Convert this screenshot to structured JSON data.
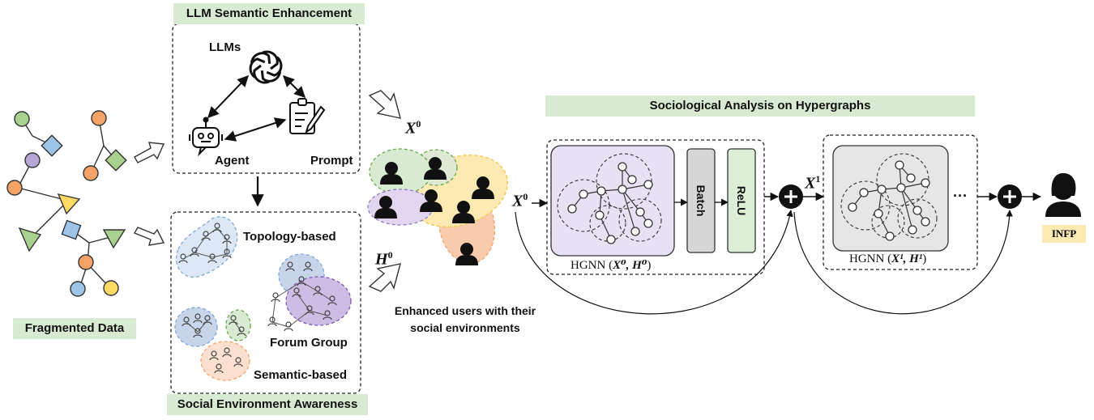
{
  "banners": {
    "llm_enhancement": "LLM Semantic Enhancement",
    "social_awareness": "Social Environment Awareness",
    "sociological": "Sociological Analysis on Hypergraphs",
    "fragmented": "Fragmented Data"
  },
  "llm_box": {
    "llms": "LLMs",
    "agent": "Agent",
    "prompt": "Prompt"
  },
  "social_box": {
    "topology": "Topology-based",
    "forum": "Forum Group",
    "semantic": "Semantic-based"
  },
  "symbols": {
    "x0_top": "X",
    "x0_mid": "X",
    "h0": "H",
    "x1": "X",
    "sup0": "0",
    "sup1": "1"
  },
  "caption": {
    "line1": "Enhanced users with their",
    "line2": "social environments"
  },
  "hgnn": {
    "first": "HGNN (",
    "first_args": "X⁰, H⁰",
    "second_args": "X¹, H¹",
    "close": ")",
    "prefix": "HGNN ("
  },
  "layers": {
    "batch": "Batch",
    "relu": "ReLU"
  },
  "ellipsis": "···",
  "output": "INFP",
  "colors": {
    "banner_bg": "#d9ead3",
    "graph_panel": "#e8e0f3",
    "graph_panel_2": "#e6e6e6",
    "batch": "#d6d6d6",
    "relu": "#dcefd6",
    "output_bg": "#fde9b2",
    "node_green": "#a9d18e",
    "node_blue": "#9dc3e6",
    "node_purple": "#b4a7d6",
    "node_orange": "#f4a266",
    "node_yellow": "#ffd966"
  },
  "icons": [
    "openai-logo-icon",
    "agent-robot-icon",
    "prompt-clipboard-icon",
    "user-silhouette-icon",
    "plus-icon",
    "hollow-arrow-icon"
  ]
}
